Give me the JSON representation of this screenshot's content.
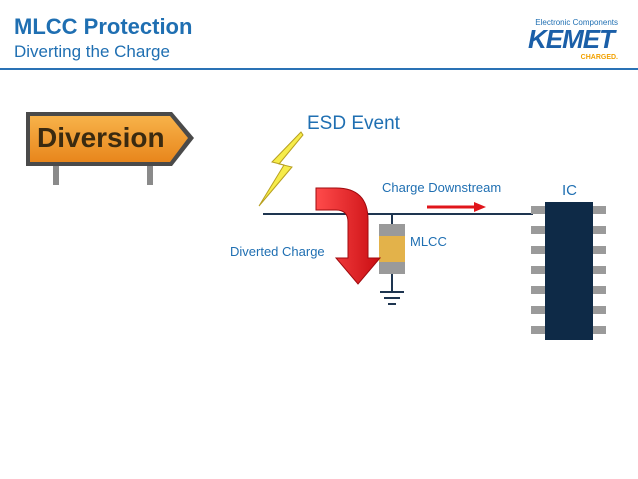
{
  "header": {
    "title": "MLCC Protection",
    "subtitle": "Diverting the Charge"
  },
  "logo": {
    "top_text": "Electronic Components",
    "brand": "KEMET",
    "tagline": "CHARGED."
  },
  "sign": {
    "text": "Diversion"
  },
  "diagram": {
    "esd_event": "ESD Event",
    "charge_downstream": "Charge Downstream",
    "ic": "IC",
    "mlcc": "MLCC",
    "diverted_charge": "Diverted Charge"
  },
  "colors": {
    "title_blue": "#1f6fb2",
    "arrow_red": "#e0151b",
    "ic_body": "#0e2a47",
    "mlcc_gold": "#e3b24a",
    "lightning_yellow": "#f6ec4a",
    "sign_orange": "#f29a2e"
  }
}
